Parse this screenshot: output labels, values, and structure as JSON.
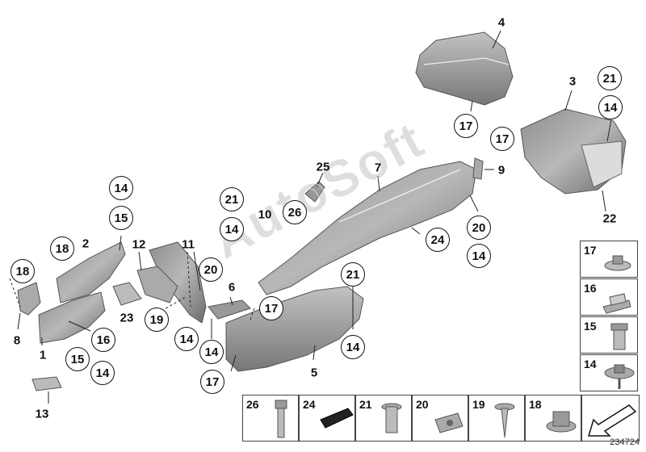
{
  "callouts": {
    "n4": "4",
    "n3": "3",
    "n21a": "21",
    "n14a": "14",
    "n17a": "17",
    "n17b": "17",
    "n9": "9",
    "n22": "22",
    "n7": "7",
    "n25": "25",
    "n26": "26",
    "n10": "10",
    "n21b": "21",
    "n14b": "14",
    "n20a": "20",
    "n14c": "14",
    "n24": "24",
    "n14d": "14",
    "n15a": "15",
    "n18a": "18",
    "n2": "2",
    "n12": "12",
    "n11": "11",
    "n20b": "20",
    "n6": "6",
    "n18b": "18",
    "n8": "8",
    "n16": "16",
    "n23": "23",
    "n19": "19",
    "n21c": "21",
    "n17c": "17",
    "n14e": "14",
    "n14f": "14",
    "n14g": "14",
    "n1": "1",
    "n15b": "15",
    "n14h": "14",
    "n5": "5",
    "n17d": "17",
    "n13": "13"
  },
  "legend_right": [
    "17",
    "16",
    "15",
    "14"
  ],
  "legend_bottom": [
    "26",
    "24",
    "21",
    "20",
    "19",
    "18"
  ],
  "watermark": "AutoSoft",
  "image_id": "234724"
}
